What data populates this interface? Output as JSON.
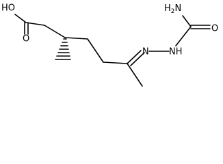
{
  "structure": {
    "atoms": {
      "ho": "HO",
      "o_carbonyl": "O",
      "h2n": "H2N",
      "o_urea": "O",
      "n_imine": "N",
      "nh": "NH"
    }
  }
}
